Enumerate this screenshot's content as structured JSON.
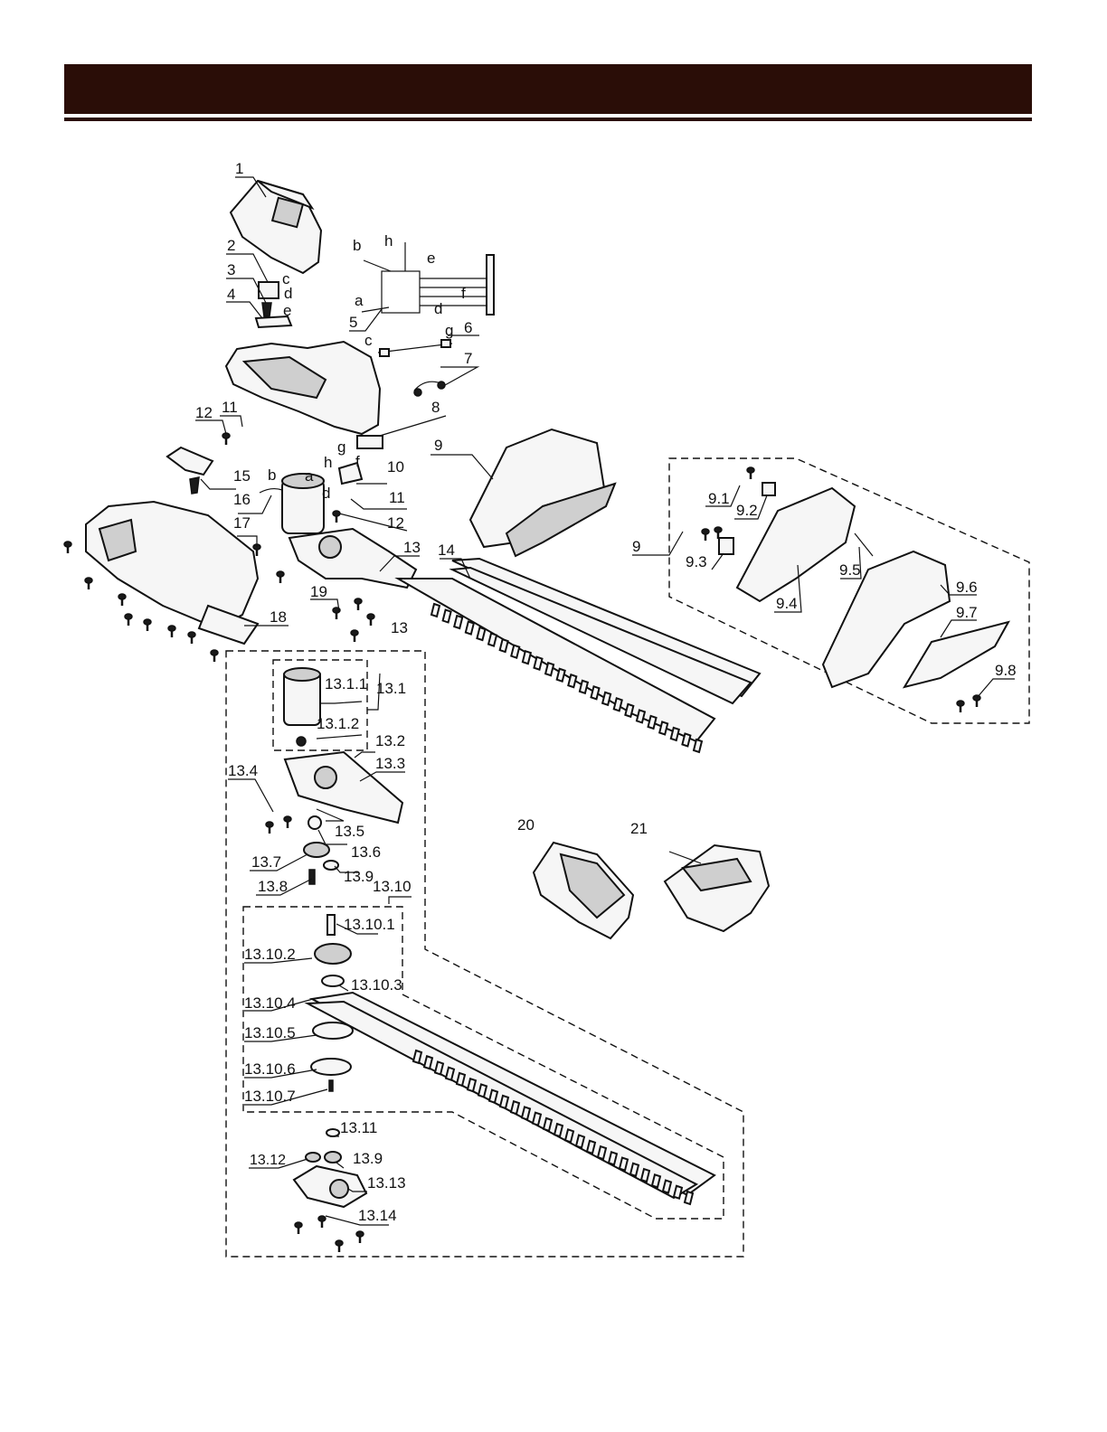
{
  "header": {
    "title": "",
    "color": "#2a0d07"
  },
  "labels": {
    "p1": "1",
    "p2": "2",
    "p3": "3",
    "p4": "4",
    "p5": "5",
    "p6": "6",
    "p7": "7",
    "p8": "8",
    "p9": "9",
    "p9b": "9",
    "p10": "10",
    "p11a": "11",
    "p11b": "11",
    "p12a": "12",
    "p12b": "12",
    "p13": "13",
    "p13b": "13",
    "p14": "14",
    "p15": "15",
    "p16": "16",
    "p17": "17",
    "p18": "18",
    "p19": "19",
    "p20": "20",
    "p21": "21",
    "p9_1": "9.1",
    "p9_2": "9.2",
    "p9_3": "9.3",
    "p9_4": "9.4",
    "p9_5": "9.5",
    "p9_6": "9.6",
    "p9_7": "9.7",
    "p9_8": "9.8",
    "p13_1": "13.1",
    "p13_1_1": "13.1.1",
    "p13_1_2": "13.1.2",
    "p13_2": "13.2",
    "p13_3": "13.3",
    "p13_4": "13.4",
    "p13_5": "13.5",
    "p13_6": "13.6",
    "p13_7": "13.7",
    "p13_8": "13.8",
    "p13_9": "13.9",
    "p13_9b": "13.9",
    "p13_10": "13.10",
    "p13_10_1": "13.10.1",
    "p13_10_2": "13.10.2",
    "p13_10_3": "13.10.3",
    "p13_10_4": "13.10.4",
    "p13_10_5": "13.10.5",
    "p13_10_6": "13.10.6",
    "p13_10_7": "13.10.7",
    "p13_11": "13.11",
    "p13_12": "13.12",
    "p13_13": "13.13",
    "p13_14": "13.14"
  },
  "wiring_letters": {
    "b1": "b",
    "h1": "h",
    "e1": "e",
    "a1": "a",
    "f1": "f",
    "d1": "d",
    "c1": "c",
    "g1": "g",
    "c2": "c",
    "d2": "d",
    "e2": "e",
    "g3": "g",
    "h3": "h",
    "f3": "f",
    "b3": "b",
    "a3": "a",
    "d3": "d"
  }
}
